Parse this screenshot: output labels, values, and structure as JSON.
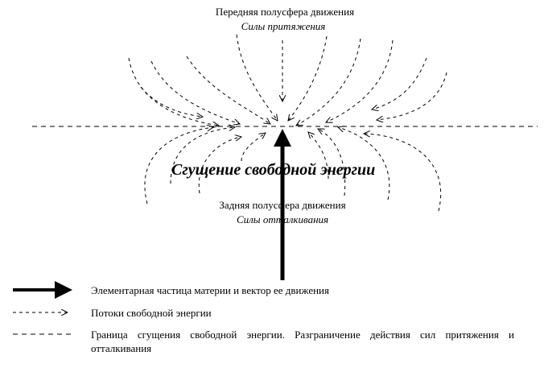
{
  "diagram": {
    "front_hemisphere": {
      "title": "Передняя полусфера движения",
      "forces": "Силы притяжения"
    },
    "center_label": "Сгущение свободной энергии",
    "rear_hemisphere": {
      "title": "Задняя полусфера движения",
      "forces": "Силы отталкивания"
    }
  },
  "legend": [
    {
      "icon": "bold-arrow-icon",
      "text": "Элементарная частица материи и вектор ее движения"
    },
    {
      "icon": "dashed-arrow-icon",
      "text": "Потоки свободной энергии"
    },
    {
      "icon": "dashed-line-icon",
      "text": "Граница сгущения свободной энергии. Разграничение действия сил притяжения и отталкивания"
    }
  ]
}
